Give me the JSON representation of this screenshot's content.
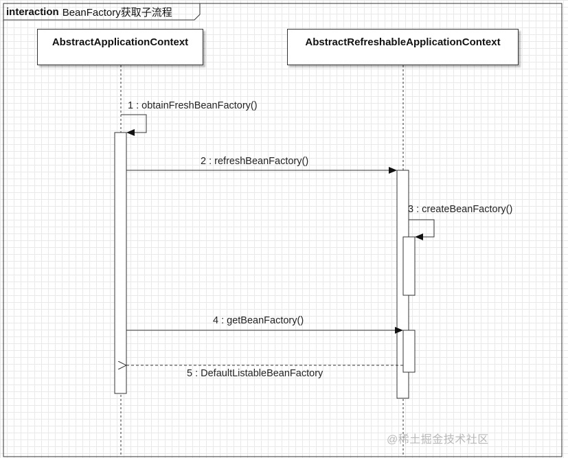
{
  "frame": {
    "keyword": "interaction",
    "title": "BeanFactory获取子流程"
  },
  "lifelines": [
    {
      "name": "AbstractApplicationContext"
    },
    {
      "name": "AbstractRefreshableApplicationContext"
    }
  ],
  "messages": [
    {
      "label": "1 : obtainFreshBeanFactory()",
      "from": "AbstractApplicationContext",
      "to": "AbstractApplicationContext",
      "kind": "self-call"
    },
    {
      "label": "2 : refreshBeanFactory()",
      "from": "AbstractApplicationContext",
      "to": "AbstractRefreshableApplicationContext",
      "kind": "sync-call"
    },
    {
      "label": "3 : createBeanFactory()",
      "from": "AbstractRefreshableApplicationContext",
      "to": "AbstractRefreshableApplicationContext",
      "kind": "self-call"
    },
    {
      "label": "4 : getBeanFactory()",
      "from": "AbstractApplicationContext",
      "to": "AbstractRefreshableApplicationContext",
      "kind": "sync-call"
    },
    {
      "label": "5 : DefaultListableBeanFactory",
      "from": "AbstractRefreshableApplicationContext",
      "to": "AbstractApplicationContext",
      "kind": "return"
    }
  ],
  "watermark": "@稀土掘金技术社区",
  "colors": {
    "line": "#333333",
    "grid": "#e9e9e9",
    "watermark": "#b8b8b8"
  }
}
